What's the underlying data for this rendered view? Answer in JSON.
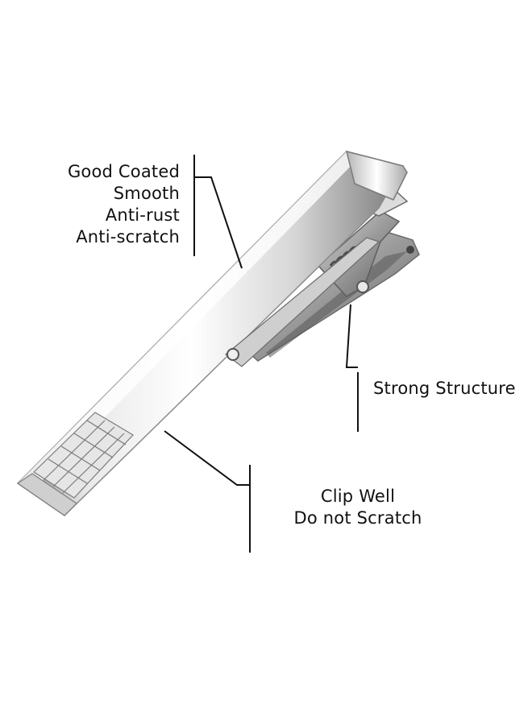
{
  "callouts": {
    "coating": {
      "lines": [
        "Good Coated",
        "Smooth",
        "Anti-rust",
        "Anti-scratch"
      ]
    },
    "structure": {
      "lines": [
        "Strong Structure"
      ]
    },
    "clip": {
      "lines": [
        "Clip Well",
        "Do not Scratch"
      ]
    }
  },
  "colors": {
    "background": "#ffffff",
    "text": "#111111",
    "leader_line": "#111111",
    "metal_light": "#f4f4f4",
    "metal_mid": "#bdbdbd",
    "metal_dark": "#6e6e6e"
  },
  "product": {
    "name_icon": "tie-clip-photo"
  }
}
